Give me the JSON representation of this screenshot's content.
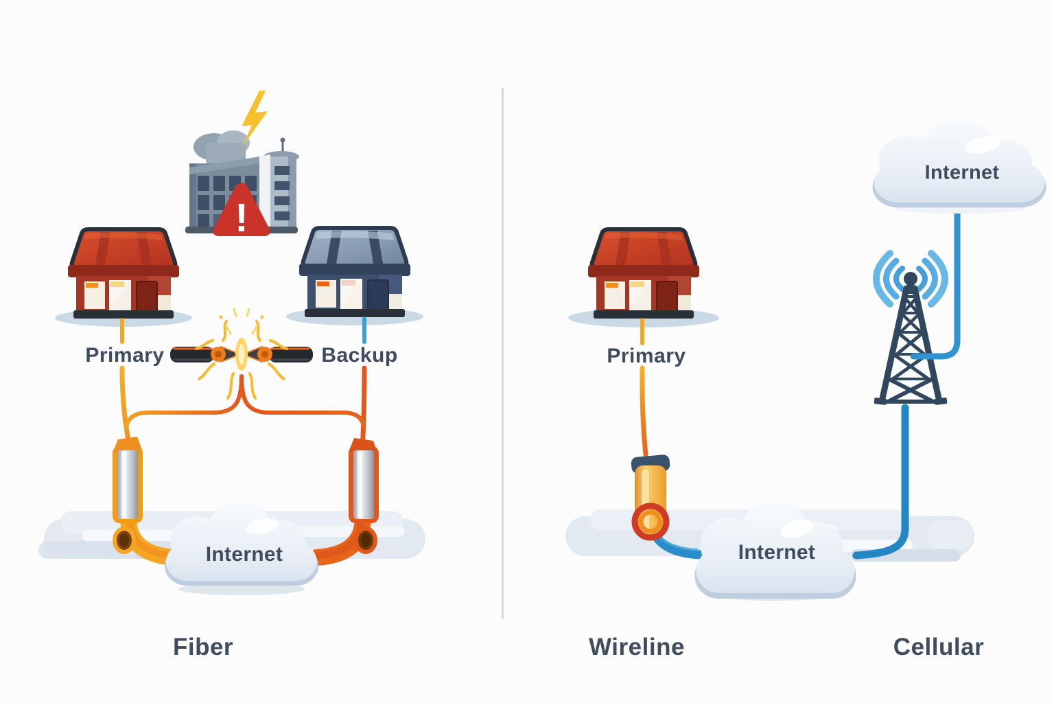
{
  "page": {
    "background": "#fcfcfd",
    "description": "Comparison diagram of internet connectivity redundancy options"
  },
  "colors": {
    "label_text": "#3e4c5e",
    "primary_cable_orange": "#f5a623",
    "secondary_cable_orange": "#e8641b",
    "blue_cable": "#2a8cc8",
    "signal_blue": "#5db0e4",
    "warning_red": "#c9332a",
    "lightning_yellow": "#f6c12e",
    "cloud_fill": "#e9f0f7",
    "divider": "#d7dadd"
  },
  "fiber_section": {
    "title": "Fiber",
    "primary_label": "Primary",
    "backup_label": "Backup",
    "cloud_label": "Internet",
    "icons": [
      "office-building-icon",
      "lightning-icon",
      "warning-icon",
      "storefront-primary-icon",
      "storefront-backup-icon",
      "cut-cable-icon",
      "spark-icon",
      "conduit-left-icon",
      "conduit-right-icon",
      "internet-cloud-icon"
    ]
  },
  "wireline_section": {
    "title": "Wireline",
    "primary_label": "Primary",
    "cloud_label": "Internet",
    "icons": [
      "storefront-primary-icon",
      "wireline-conduit-icon",
      "internet-cloud-icon"
    ]
  },
  "cellular_section": {
    "title": "Cellular",
    "cloud_label": "Internet",
    "icons": [
      "cell-tower-icon",
      "signal-waves-icon",
      "internet-cloud-icon"
    ]
  },
  "icons": {
    "warning_mark": "!"
  }
}
